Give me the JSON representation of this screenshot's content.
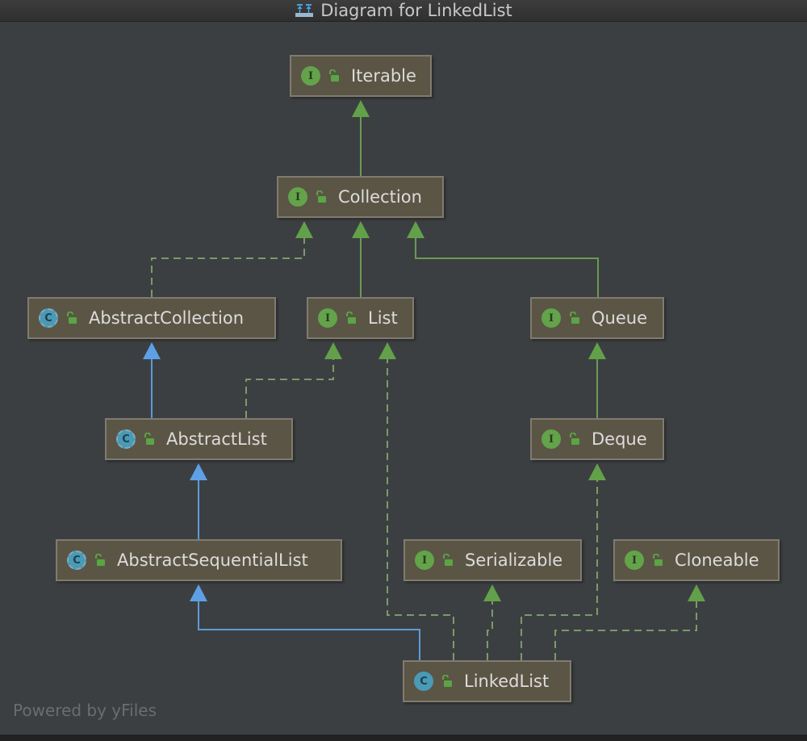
{
  "window": {
    "title": "Diagram for LinkedList",
    "title_icon": "diagram-icon"
  },
  "colors": {
    "background": "#3c3f41",
    "node_fill": "#5b5546",
    "node_border": "#807b70",
    "interface_badge": "#63a34a",
    "class_badge": "#4a9ab6",
    "implements_edge": "#6a9a55",
    "extends_interface_edge": "#6a9a55",
    "extends_class_edge": "#5c9bd8"
  },
  "nodes": [
    {
      "id": "Iterable",
      "label": "Iterable",
      "kind": "interface",
      "badge": "I",
      "visibility_icon": "unlocked-icon"
    },
    {
      "id": "Collection",
      "label": "Collection",
      "kind": "interface",
      "badge": "I",
      "visibility_icon": "unlocked-icon"
    },
    {
      "id": "AbstractCollection",
      "label": "AbstractCollection",
      "kind": "abstract",
      "badge": "C",
      "visibility_icon": "unlocked-icon"
    },
    {
      "id": "List",
      "label": "List",
      "kind": "interface",
      "badge": "I",
      "visibility_icon": "unlocked-icon"
    },
    {
      "id": "Queue",
      "label": "Queue",
      "kind": "interface",
      "badge": "I",
      "visibility_icon": "unlocked-icon"
    },
    {
      "id": "AbstractList",
      "label": "AbstractList",
      "kind": "abstract",
      "badge": "C",
      "visibility_icon": "unlocked-icon"
    },
    {
      "id": "Deque",
      "label": "Deque",
      "kind": "interface",
      "badge": "I",
      "visibility_icon": "unlocked-icon"
    },
    {
      "id": "AbstractSequentialList",
      "label": "AbstractSequentialList",
      "kind": "abstract",
      "badge": "C",
      "visibility_icon": "unlocked-icon"
    },
    {
      "id": "Serializable",
      "label": "Serializable",
      "kind": "interface",
      "badge": "I",
      "visibility_icon": "unlocked-icon"
    },
    {
      "id": "Cloneable",
      "label": "Cloneable",
      "kind": "interface",
      "badge": "I",
      "visibility_icon": "unlocked-icon"
    },
    {
      "id": "LinkedList",
      "label": "LinkedList",
      "kind": "class",
      "badge": "C",
      "visibility_icon": "unlocked-icon"
    }
  ],
  "edges": [
    {
      "from": "Collection",
      "to": "Iterable",
      "type": "extends-interface"
    },
    {
      "from": "AbstractCollection",
      "to": "Collection",
      "type": "implements"
    },
    {
      "from": "List",
      "to": "Collection",
      "type": "extends-interface"
    },
    {
      "from": "Queue",
      "to": "Collection",
      "type": "extends-interface"
    },
    {
      "from": "AbstractList",
      "to": "AbstractCollection",
      "type": "extends-class"
    },
    {
      "from": "AbstractList",
      "to": "List",
      "type": "implements"
    },
    {
      "from": "Deque",
      "to": "Queue",
      "type": "extends-interface"
    },
    {
      "from": "AbstractSequentialList",
      "to": "AbstractList",
      "type": "extends-class"
    },
    {
      "from": "LinkedList",
      "to": "AbstractSequentialList",
      "type": "extends-class"
    },
    {
      "from": "LinkedList",
      "to": "List",
      "type": "implements"
    },
    {
      "from": "LinkedList",
      "to": "Serializable",
      "type": "implements"
    },
    {
      "from": "LinkedList",
      "to": "Deque",
      "type": "implements"
    },
    {
      "from": "LinkedList",
      "to": "Cloneable",
      "type": "implements"
    }
  ],
  "footer": {
    "powered_by": "Powered by yFiles"
  }
}
